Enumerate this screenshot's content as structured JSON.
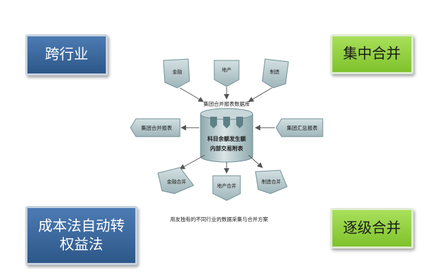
{
  "corners": {
    "top_left": "跨行业",
    "top_right": "集中合并",
    "bottom_left": "成本法自动转权益法",
    "bottom_right": "逐级合并"
  },
  "diagram": {
    "top_sources": [
      "金融",
      "地产",
      "制造"
    ],
    "database_label": "集团合并报表数据库",
    "cylinder_line1": "科目余额发生额",
    "cylinder_line2": "内部交易附表",
    "left_output": "集团合并报表",
    "right_input": "集团汇总报表",
    "bottom_outputs": [
      "金融合并",
      "地产合并",
      "制造合并"
    ],
    "caption": "用友独有的不同行业的数据采集与合并方案"
  },
  "colors": {
    "blue_box": "#3a679c",
    "green_box": "#92d144",
    "shape_fill": "#b7c9cc",
    "shape_dark": "#5f8186",
    "arrow": "#555555"
  }
}
